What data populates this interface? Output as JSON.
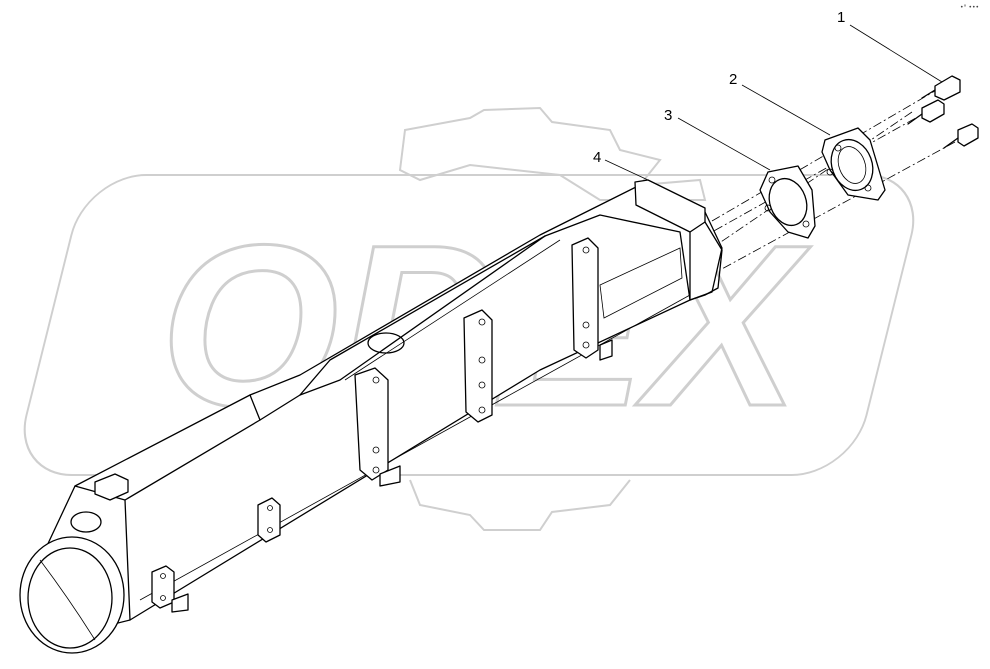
{
  "watermark": {
    "text": "OPEX",
    "color": "#cfcfcf"
  },
  "corner_mark": "•° •••",
  "callouts": [
    {
      "id": "1",
      "label": "1"
    },
    {
      "id": "2",
      "label": "2"
    },
    {
      "id": "3",
      "label": "3"
    },
    {
      "id": "4",
      "label": "4"
    }
  ],
  "colors": {
    "line": "#000000",
    "watermark": "#cfcfcf",
    "background": "#ffffff"
  }
}
